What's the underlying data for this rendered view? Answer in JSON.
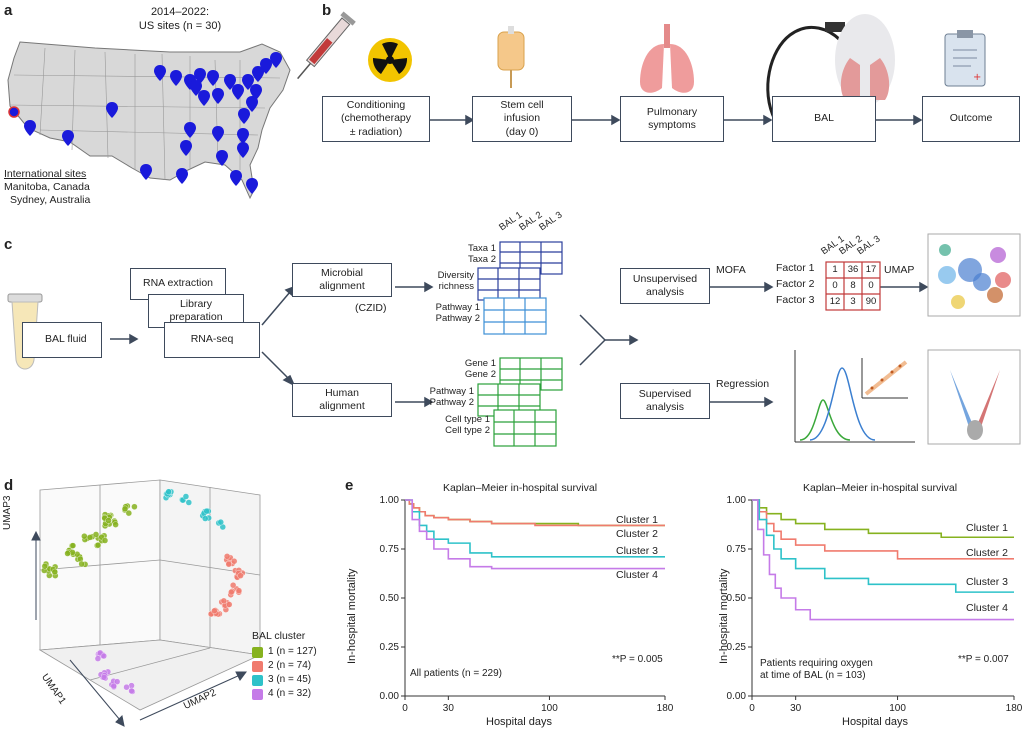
{
  "panels": {
    "a": "a",
    "b": "b",
    "c": "c",
    "d": "d",
    "e": "e"
  },
  "panel_a": {
    "title_line1": "2014–2022:",
    "title_line2": "US sites (n = 30)",
    "international_heading": "International sites",
    "intl_site_1": "Manitoba, Canada",
    "intl_site_2": "Sydney, Australia"
  },
  "panel_b": {
    "steps": [
      {
        "line1": "Conditioning",
        "line2": "(chemotherapy",
        "line3": "± radiation)"
      },
      {
        "line1": "Stem cell",
        "line2": "infusion",
        "line3": "(day 0)"
      },
      {
        "line1": "Pulmonary",
        "line2": "symptoms"
      },
      {
        "line1": "BAL"
      },
      {
        "line1": "Outcome"
      }
    ]
  },
  "panel_c": {
    "bal_fluid": "BAL fluid",
    "rna_extraction": "RNA extraction",
    "library_preparation_1": "Library",
    "library_preparation_2": "preparation",
    "rna_seq": "RNA-seq",
    "microbial_alignment_1": "Microbial",
    "microbial_alignment_2": "alignment",
    "czid": "(CZID)",
    "human_alignment_1": "Human",
    "human_alignment_2": "alignment",
    "bal_headers": [
      "BAL 1",
      "BAL 2",
      "BAL 3"
    ],
    "microbial_rows": [
      "Taxa 1",
      "Taxa 2",
      "Diversity",
      "richness",
      "Pathway 1",
      "Pathway 2"
    ],
    "human_rows": [
      "Gene 1",
      "Gene 2",
      "Pathway 1",
      "Pathway 2",
      "Cell type 1",
      "Cell type 2"
    ],
    "unsupervised_1": "Unsupervised",
    "unsupervised_2": "analysis",
    "supervised_1": "Supervised",
    "supervised_2": "analysis",
    "mofa": "MOFA",
    "umap": "UMAP",
    "regression": "Regression",
    "factors": [
      "Factor 1",
      "Factor 2",
      "Factor 3"
    ],
    "factor_matrix": [
      [
        "1",
        "36",
        "17"
      ],
      [
        "0",
        "8",
        "0"
      ],
      [
        "12",
        "3",
        "90"
      ]
    ]
  },
  "panel_d": {
    "axis_umap1": "UMAP1",
    "axis_umap2": "UMAP2",
    "axis_umap3": "UMAP3",
    "legend_title": "BAL cluster",
    "legend": [
      {
        "label": "1 (n = 127)",
        "color": "#86b21f"
      },
      {
        "label": "2 (n = 74)",
        "color": "#f07b6e"
      },
      {
        "label": "3 (n = 45)",
        "color": "#2ec2c9"
      },
      {
        "label": "4 (n = 32)",
        "color": "#c57be8"
      }
    ]
  },
  "panel_e": {
    "ylabel": "In-hospital mortality",
    "xlabel": "Hospital days",
    "colors": {
      "c1": "#86b21f",
      "c2": "#f07b6e",
      "c3": "#2ec2c9",
      "c4": "#c57be8"
    },
    "left_title": "Kaplan–Meier in-hospital survival",
    "left_pvalue": "**P = 0.005",
    "left_note": "All patients (n = 229)",
    "right_title": "Kaplan–Meier in-hospital survival",
    "right_pvalue": "**P = 0.007",
    "right_note_1": "Patients requiring oxygen",
    "right_note_2": "at time of BAL (n = 103)",
    "cluster_labels": [
      "Cluster 1",
      "Cluster 2",
      "Cluster 3",
      "Cluster 4"
    ]
  },
  "chart_data": [
    {
      "type": "line",
      "title": "Kaplan–Meier in-hospital survival",
      "xlabel": "Hospital days",
      "ylabel": "In-hospital mortality",
      "xlim": [
        0,
        180
      ],
      "ylim": [
        0,
        1.0
      ],
      "x_ticks": [
        0,
        30,
        100,
        180
      ],
      "y_ticks": [
        0,
        0.25,
        0.5,
        0.75,
        1.0
      ],
      "series": [
        {
          "name": "Cluster 1",
          "x": [
            0,
            3,
            6,
            10,
            14,
            20,
            30,
            45,
            60,
            90,
            120,
            180
          ],
          "y": [
            1.0,
            0.98,
            0.96,
            0.94,
            0.92,
            0.91,
            0.9,
            0.89,
            0.88,
            0.88,
            0.87,
            0.87
          ]
        },
        {
          "name": "Cluster 2",
          "x": [
            0,
            3,
            6,
            10,
            14,
            20,
            30,
            45,
            60,
            90,
            120,
            180
          ],
          "y": [
            1.0,
            0.98,
            0.96,
            0.94,
            0.92,
            0.91,
            0.9,
            0.89,
            0.88,
            0.87,
            0.87,
            0.87
          ]
        },
        {
          "name": "Cluster 3",
          "x": [
            0,
            5,
            10,
            15,
            20,
            30,
            45,
            60,
            180
          ],
          "y": [
            1.0,
            0.94,
            0.87,
            0.84,
            0.8,
            0.78,
            0.73,
            0.71,
            0.71
          ]
        },
        {
          "name": "Cluster 4",
          "x": [
            0,
            5,
            10,
            15,
            20,
            30,
            45,
            60,
            180
          ],
          "y": [
            1.0,
            0.9,
            0.84,
            0.8,
            0.75,
            0.7,
            0.66,
            0.65,
            0.65
          ]
        }
      ]
    },
    {
      "type": "line",
      "title": "Kaplan–Meier in-hospital survival",
      "xlabel": "Hospital days",
      "ylabel": "In-hospital mortality",
      "xlim": [
        0,
        180
      ],
      "ylim": [
        0,
        1.0
      ],
      "x_ticks": [
        0,
        30,
        100,
        180
      ],
      "y_ticks": [
        0,
        0.25,
        0.5,
        0.75,
        1.0
      ],
      "series": [
        {
          "name": "Cluster 1",
          "x": [
            0,
            5,
            10,
            20,
            30,
            50,
            80,
            130,
            180
          ],
          "y": [
            1.0,
            0.96,
            0.93,
            0.9,
            0.88,
            0.85,
            0.83,
            0.81,
            0.81
          ]
        },
        {
          "name": "Cluster 2",
          "x": [
            0,
            5,
            10,
            15,
            20,
            30,
            50,
            100,
            180
          ],
          "y": [
            1.0,
            0.94,
            0.88,
            0.84,
            0.8,
            0.77,
            0.74,
            0.7,
            0.7
          ]
        },
        {
          "name": "Cluster 3",
          "x": [
            0,
            5,
            10,
            15,
            20,
            30,
            50,
            80,
            140,
            180
          ],
          "y": [
            1.0,
            0.9,
            0.82,
            0.75,
            0.7,
            0.65,
            0.6,
            0.57,
            0.53,
            0.53
          ]
        },
        {
          "name": "Cluster 4",
          "x": [
            0,
            4,
            8,
            12,
            16,
            20,
            30,
            40,
            180
          ],
          "y": [
            1.0,
            0.85,
            0.72,
            0.62,
            0.55,
            0.5,
            0.44,
            0.39,
            0.39
          ]
        }
      ]
    }
  ]
}
